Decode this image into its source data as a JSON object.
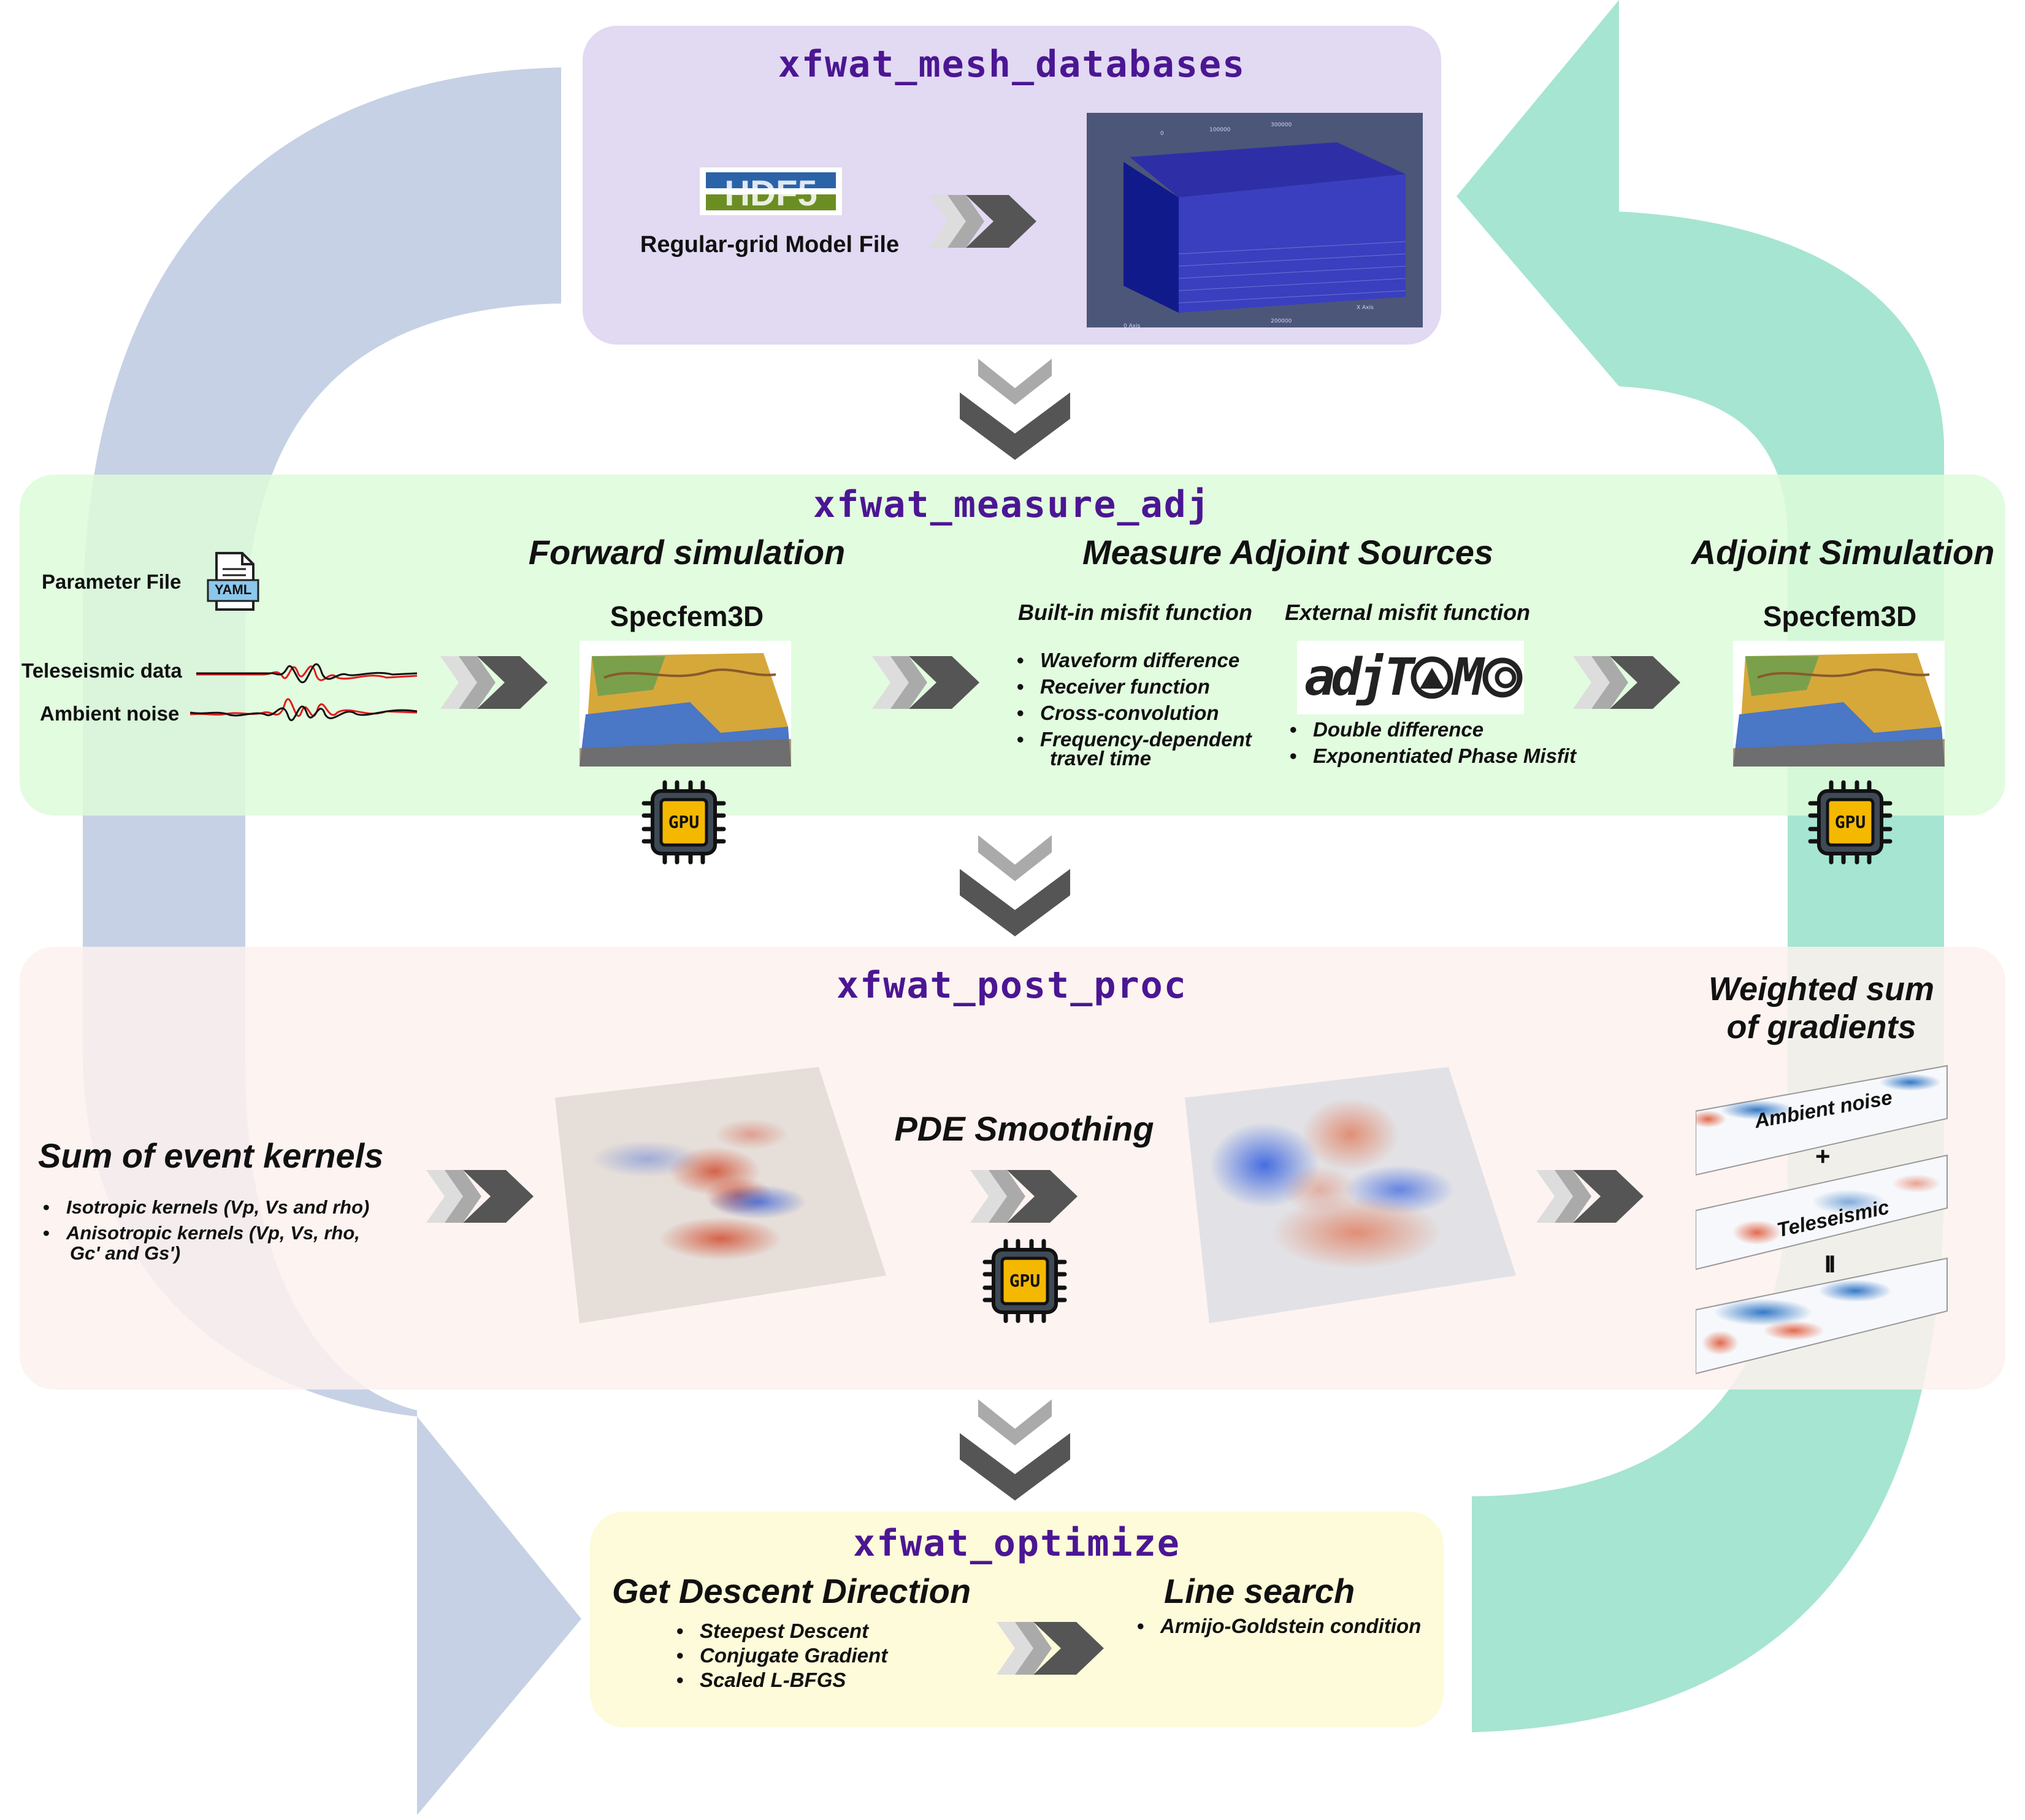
{
  "colors": {
    "mesh_panel": "#e2d9f2",
    "measure_panel": "#ddfcd9",
    "post_panel": "#fdf1ee",
    "optimize_panel": "#fdfbd9",
    "left_arrow": "#c6d1e5",
    "right_arrow": "#a6e5d2",
    "title_purple": "#4b1693",
    "gpu_yellow": "#f5b800",
    "chevron_dark": "#555555",
    "chevron_light": "#aaaaaa"
  },
  "mesh": {
    "title": "xfwat_mesh_databases",
    "hdf5_logo": "HDF5",
    "model_file_label": "Regular-grid Model File",
    "image": "mesh-block-render"
  },
  "measure": {
    "title": "xfwat_measure_adj",
    "parameter_file_label": "Parameter File",
    "yaml_icon_text": "YAML",
    "teleseismic_label": "Teleseismic data",
    "ambient_label": "Ambient noise",
    "forward_heading": "Forward simulation",
    "forward_solver": "Specfem3D",
    "adjoint_sources_heading": "Measure Adjoint Sources",
    "builtin_heading": "Built-in misfit function",
    "builtin_items": [
      "Waveform difference",
      "Receiver function",
      "Cross-convolution",
      "Frequency-dependent"
    ],
    "builtin_item_cont": "travel time",
    "external_heading": "External misfit function",
    "adjtomo_logo": "adjTOMO",
    "external_items": [
      "Double difference",
      "Exponentiated Phase Misfit"
    ],
    "adjoint_heading": "Adjoint Simulation",
    "adjoint_solver": "Specfem3D",
    "gpu_text": "GPU"
  },
  "post": {
    "title": "xfwat_post_proc",
    "sum_heading": "Sum of event kernels",
    "kernel_items": [
      "Isotropic kernels (Vp, Vs and rho)",
      "Anisotropic kernels (Vp, Vs, rho,"
    ],
    "kernel_item_cont": "Gc' and Gs')",
    "smoothing_heading": "PDE Smoothing",
    "weighted_heading_1": "Weighted sum",
    "weighted_heading_2": "of gradients",
    "strip_ambient": "Ambient noise",
    "plus": "+",
    "strip_teleseismic": "Teleseismic",
    "equals": "II",
    "gpu_text": "GPU"
  },
  "optimize": {
    "title": "xfwat_optimize",
    "descent_heading": "Get Descent Direction",
    "descent_items": [
      "Steepest Descent",
      "Conjugate Gradient",
      "Scaled L-BFGS"
    ],
    "line_search_heading": "Line search",
    "line_search_items": [
      "Armijo-Goldstein condition"
    ]
  }
}
